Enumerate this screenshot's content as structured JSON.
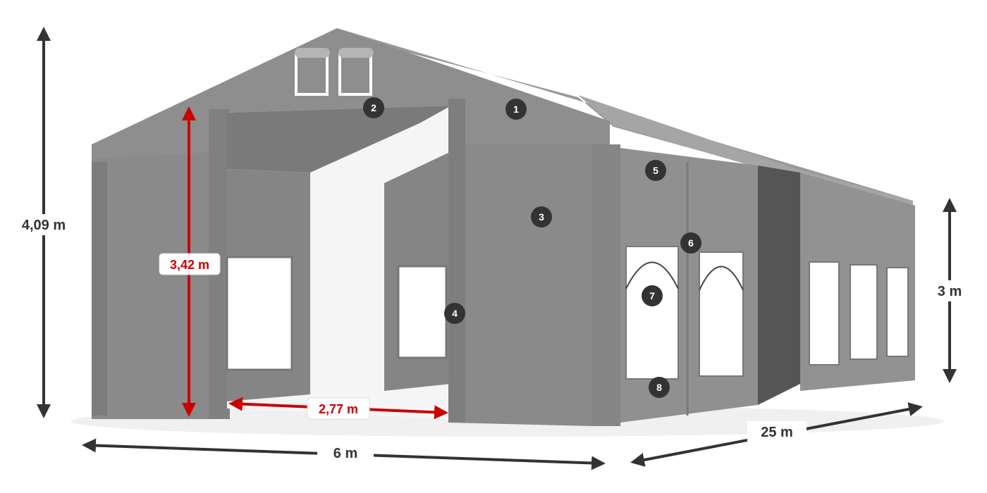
{
  "dimensions": {
    "total_height": "4,09 m",
    "door_height": "3,42 m",
    "side_height": "3 m",
    "door_width": "2,77 m",
    "width": "6 m",
    "length": "25 m"
  },
  "markers": [
    "1",
    "2",
    "3",
    "4",
    "5",
    "6",
    "7",
    "8"
  ],
  "colors": {
    "tent": "#8c8c8c",
    "tent_light": "#9a9a9a",
    "tent_dark": "#6e6e6e",
    "arrow_dark": "#333333",
    "arrow_red": "#cc0000",
    "badge": "#333333"
  }
}
